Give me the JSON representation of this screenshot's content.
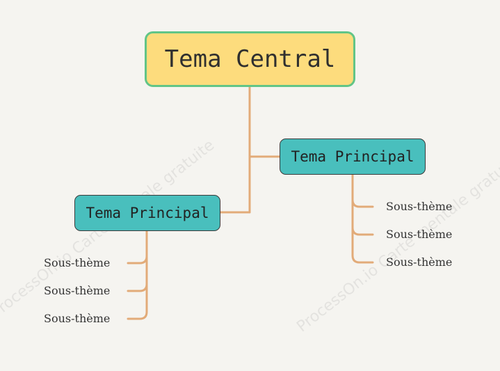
{
  "watermark": {
    "text": "ProcessOn.io Carte mentale gratuite",
    "color": "#000000"
  },
  "colors": {
    "background": "#f5f4f0",
    "central_fill": "#fddc7d",
    "central_border": "#62c587",
    "main_fill": "#49bfbd",
    "connector": "#e2ab79"
  },
  "central": {
    "label": "Tema Central"
  },
  "main_topics": [
    {
      "label": "Tema Principal",
      "subtopics": [
        "Sous-thème",
        "Sous-thème",
        "Sous-thème"
      ]
    },
    {
      "label": "Tema Principal",
      "subtopics": [
        "Sous-thème",
        "Sous-thème",
        "Sous-thème"
      ]
    }
  ]
}
